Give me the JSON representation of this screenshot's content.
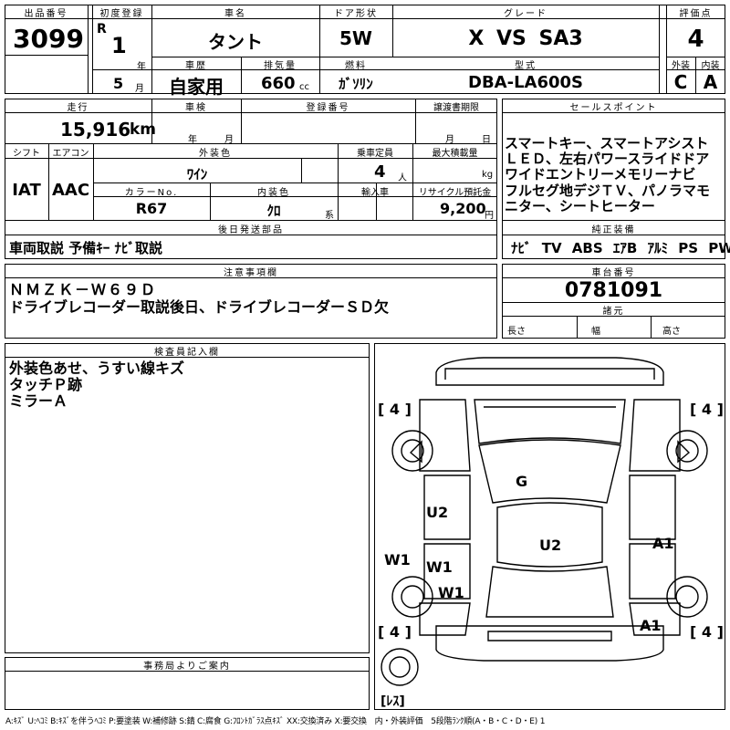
{
  "header": {
    "lot_no_label": "出品番号",
    "lot_no": "3099",
    "first_reg_label": "初度登録",
    "era": "R",
    "year_value": "1",
    "year_unit": "年",
    "month_value": "5",
    "month_unit": "月",
    "car_name_label": "車名",
    "car_name": "タント",
    "door_label": "ドア形状",
    "door": "5W",
    "grade_label": "グレード",
    "grade": "X VS SA3",
    "score_label": "評価点",
    "score": "4",
    "history_label": "車歴",
    "history": "自家用",
    "displacement_label": "排気量",
    "displacement": "660",
    "displacement_unit": "cc",
    "fuel_label": "燃料",
    "fuel": "ｶﾞｿﾘﾝ",
    "model_label": "型式",
    "model": "DBA-LA600S",
    "exterior_label": "外装",
    "exterior": "C",
    "interior_label": "内装",
    "interior": "A"
  },
  "row2": {
    "mileage_label": "走行",
    "mileage": "15,916",
    "mileage_unit": "km",
    "inspection_label": "車検",
    "insp_year_unit": "年",
    "insp_month_unit": "月",
    "reg_no_label": "登録番号",
    "transfer_label": "譲渡書期限",
    "transfer_month": "月",
    "transfer_day": "日",
    "sales_label": "セールスポイント",
    "sales_lines": [
      "スマートキー、スマートアシスト",
      "ＬＥＤ、左右パワースライドドア",
      "ワイドエントリーメモリーナビ",
      "フルセグ地デジＴＶ、パノラマモ",
      "ニター、シートヒーター"
    ]
  },
  "row3": {
    "shift_label": "シフト",
    "shift": "IAT",
    "ac_label": "エアコン",
    "ac": "AAC",
    "color_label": "外装色",
    "color": "ﾜｲﾝ",
    "capacity_label": "乗車定員",
    "capacity": "4",
    "capacity_unit": "人",
    "maxload_label": "最大積載量",
    "maxload_unit": "kg",
    "colorno_label": "カラーNo.",
    "colorno": "R67",
    "intcolor_label": "内装色",
    "intcolor": "ｸﾛ",
    "intcolor_suffix": "系",
    "import_label": "輸入車",
    "recycle_label": "リサイクル預託金",
    "recycle": "9,200",
    "recycle_unit": "円"
  },
  "parts": {
    "label": "後日発送部品",
    "text": "車両取説 予備ｷｰ ﾅﾋﾞ取説"
  },
  "equipment": {
    "label": "純正装備",
    "text": "ﾅﾋﾞ TV ABS ｴｱB ｱﾙﾐ PS PW"
  },
  "notes": {
    "label": "注意事項欄",
    "lines": [
      "ＮＭＺＫ－Ｗ６９Ｄ",
      "ドライブレコーダー取説後日、ドライブレコーダーＳＤ欠"
    ]
  },
  "chassis": {
    "label": "車台番号",
    "number": "0781091",
    "dims_label": "諸元",
    "length_label": "長さ",
    "width_label": "幅",
    "height_label": "高さ"
  },
  "inspector": {
    "label": "検査員記入欄",
    "lines": [
      "外装色あせ、うすい線キズ",
      "タッチＰ跡",
      "ミラーＡ"
    ]
  },
  "diagram": {
    "tire_fl": "[ 4 ]",
    "tire_fr": "[ 4 ]",
    "tire_rl": "[ 4 ]",
    "tire_rr": "[ 4 ]",
    "spare": "[ﾚｽ]",
    "damage_labels": [
      "G",
      "U2",
      "U2",
      "A1",
      "W1",
      "W1",
      "W1",
      "A1"
    ]
  },
  "office": {
    "label": "事務局よりご案内"
  },
  "legend": "A:ｷｽﾞ U:ﾍｺﾐ B:ｷｽﾞを伴うﾍｺﾐ P:要塗装 W:補修跡 S:錆 C:腐食 G:ﾌﾛﾝﾄｶﾞﾗｽ点ｷｽﾞ XX:交換済み X:要交換　内・外装評価　5段階ﾗﾝｸ順(A・B・C・D・E) 1"
}
